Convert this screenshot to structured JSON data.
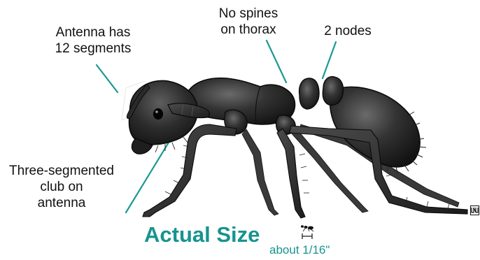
{
  "labels": {
    "antenna_line1": "Antenna has",
    "antenna_line2": "12 segments",
    "spines_line1": "No spines",
    "spines_line2": "on thorax",
    "nodes": "2 nodes",
    "club_line1": "Three-segmented",
    "club_line2": "club on",
    "club_line3": "antenna"
  },
  "scale": {
    "title": "Actual Size",
    "note": "about 1/16\""
  },
  "colors": {
    "accent": "#17948e",
    "ant_body": "#2a2a2a",
    "leader_line": "#1a9a92"
  },
  "icons": {
    "logo": "brand-logo-icon"
  }
}
